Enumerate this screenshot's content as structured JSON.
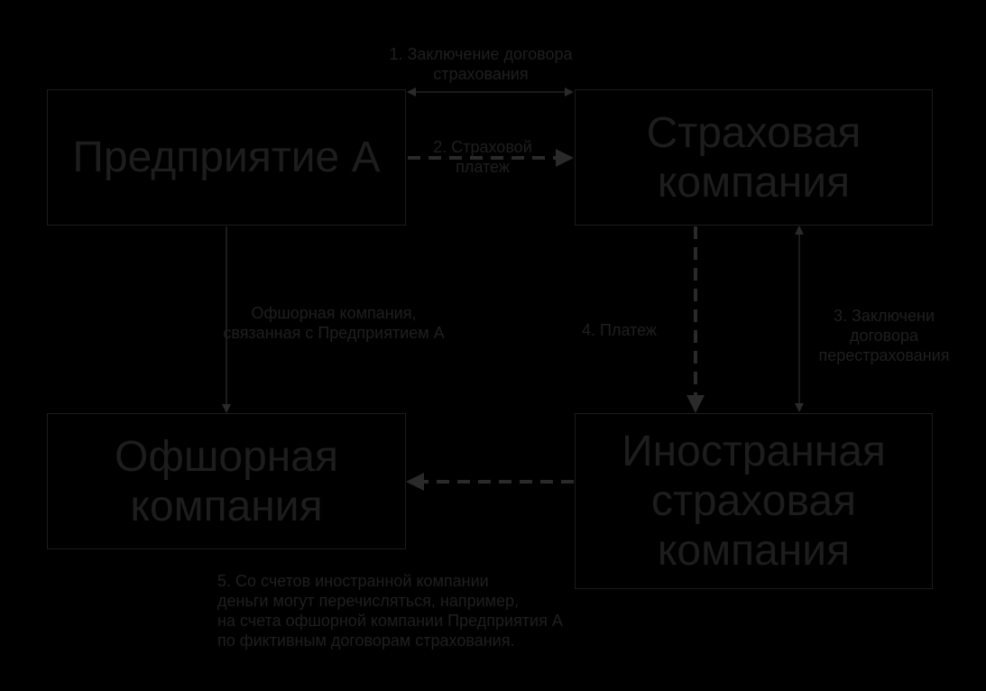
{
  "colors": {
    "background": "#000000",
    "box_border": "#1c1c1c",
    "box_text": "#1d1d1d",
    "label_text": "#1f1f1f",
    "arrow": "#2a2a2a"
  },
  "nodes": {
    "enterprise_a": "Предприятие А",
    "insurance_company": "Страховая\nкомпания",
    "offshore_company": "Офшорная\nкомпания",
    "foreign_insurance_company": "Иностранная\nстраховая\nкомпания"
  },
  "edges": [
    {
      "from": "enterprise_a",
      "to": "insurance_company",
      "label": "1. Заключение договора\nстрахования",
      "style": "solid",
      "direction": "both"
    },
    {
      "from": "enterprise_a",
      "to": "insurance_company",
      "label": "2. Страховой\nплатеж",
      "style": "dashed",
      "direction": "forward"
    },
    {
      "from": "insurance_company",
      "to": "foreign_insurance_company",
      "label": "3. Заключени\nдоговора\nперестрахования",
      "style": "solid",
      "direction": "both"
    },
    {
      "from": "insurance_company",
      "to": "foreign_insurance_company",
      "label": "4. Платеж",
      "style": "dashed",
      "direction": "forward"
    },
    {
      "from": "enterprise_a",
      "to": "offshore_company",
      "label": "Офшорная компания,\nсвязанная с Предприятием А",
      "style": "solid",
      "direction": "forward"
    },
    {
      "from": "foreign_insurance_company",
      "to": "offshore_company",
      "label": "",
      "style": "dashed",
      "direction": "forward"
    }
  ],
  "notes": {
    "step5": "5. Со счетов иностранной компании\nденьги могут перечисляться, например,\n на счета офшорной компании Предприятия А\nпо фиктивным договорам страхования."
  }
}
